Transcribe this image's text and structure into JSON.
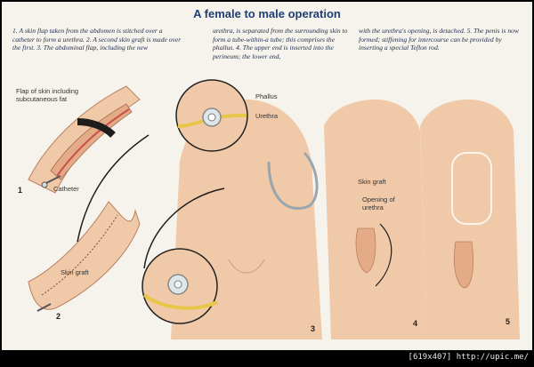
{
  "title": "A female to male operation",
  "caption": {
    "col1": "1. A skin flap taken from the abdomen is stitched over a catheter to form a urethra. 2. A second skin graft is made over the first. 3. The abdominal flap, including the new",
    "col2": "urethra, is separated from the surrounding skin to form a tube-within-a tube; this comprises the phallus. 4. The upper end is inserted into the perineum; the lower end,",
    "col3": "with the urethra's opening, is detached. 5. The penis is now formed; stiffening for intercourse can be provided by inserting a special Teflon rod."
  },
  "labels": {
    "flap": "Flap of skin including subcutaneous fat",
    "catheter": "Catheter",
    "skin_graft_1": "Skin graft",
    "phallus": "Phallus",
    "urethra": "Urethra",
    "skin_graft_2": "Skin graft",
    "opening": "Opening of urethra"
  },
  "step_numbers": [
    "1",
    "2",
    "3",
    "4",
    "5"
  ],
  "footer": "[619x407] http://upic.me/",
  "colors": {
    "skin": "#f0c9a8",
    "skin_shade": "#e3ab86",
    "wound": "#c9504a",
    "title": "#1f3f73",
    "arrow": "#1d1d1d"
  }
}
